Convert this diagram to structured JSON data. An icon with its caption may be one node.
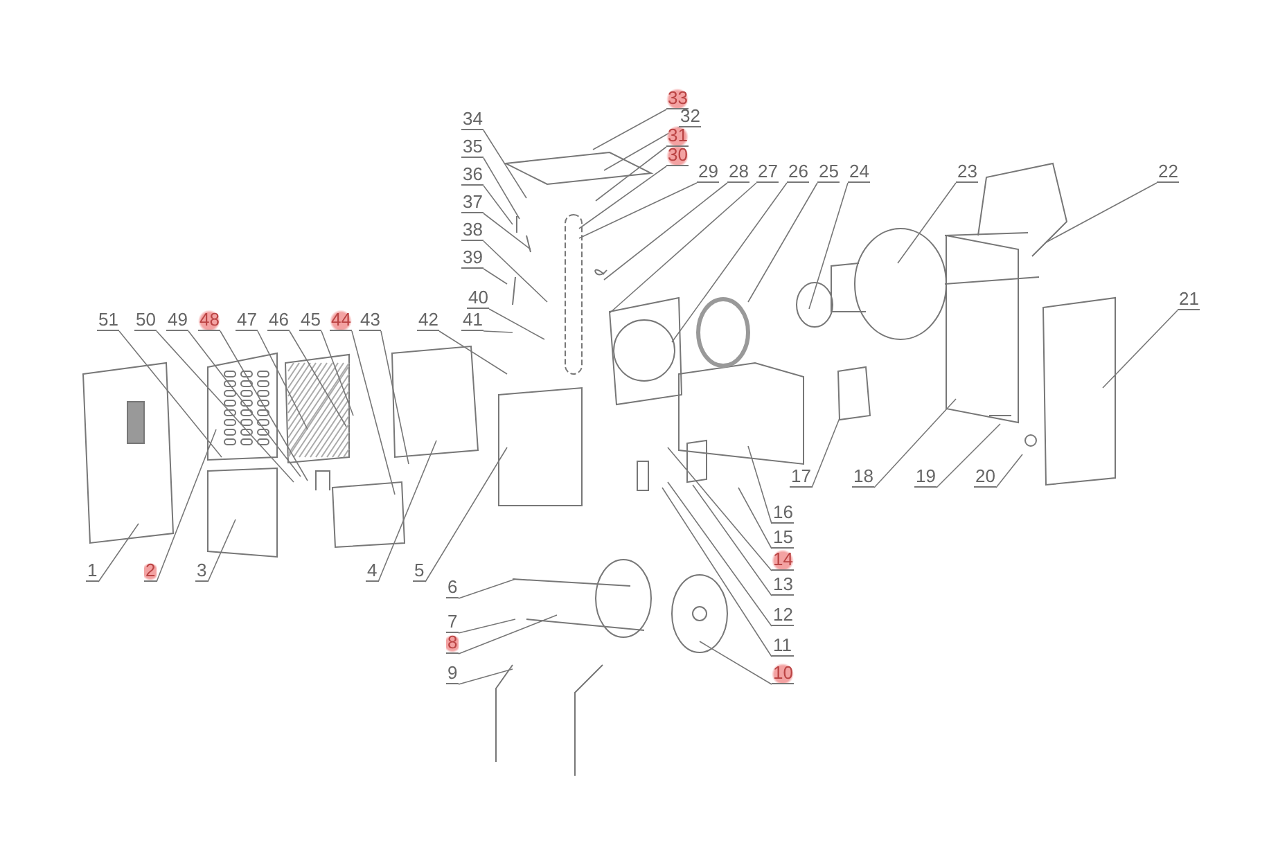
{
  "diagram": {
    "nodes": [
      {
        "text": [
          "1"
        ]
      },
      {
        "text": [
          "2"
        ]
      },
      {
        "text": [
          "3"
        ]
      },
      {
        "text": [
          "4"
        ]
      },
      {
        "text": [
          "5"
        ]
      },
      {
        "text": [
          "6"
        ]
      },
      {
        "text": [
          "7"
        ]
      },
      {
        "text": [
          "8"
        ]
      },
      {
        "text": [
          "9"
        ]
      },
      {
        "text": [
          "10"
        ]
      },
      {
        "text": [
          "11"
        ]
      },
      {
        "text": [
          "12"
        ]
      },
      {
        "text": [
          "13"
        ]
      },
      {
        "text": [
          "14"
        ]
      },
      {
        "text": [
          "15"
        ]
      },
      {
        "text": [
          "16"
        ]
      },
      {
        "text": [
          "17"
        ]
      },
      {
        "text": [
          "18"
        ]
      },
      {
        "text": [
          "19"
        ]
      },
      {
        "text": [
          "20"
        ]
      },
      {
        "text": [
          "21"
        ]
      },
      {
        "text": [
          "22"
        ]
      },
      {
        "text": [
          "23"
        ]
      },
      {
        "text": [
          "24"
        ]
      },
      {
        "text": [
          "25"
        ]
      },
      {
        "text": [
          "26"
        ]
      },
      {
        "text": [
          "27"
        ]
      },
      {
        "text": [
          "28"
        ]
      },
      {
        "text": [
          "29"
        ]
      },
      {
        "text": [
          "30"
        ]
      },
      {
        "text": [
          "31"
        ]
      },
      {
        "text": [
          "32"
        ]
      },
      {
        "text": [
          "33"
        ]
      },
      {
        "text": [
          "34"
        ]
      },
      {
        "text": [
          "35"
        ]
      },
      {
        "text": [
          "36"
        ]
      },
      {
        "text": [
          "37"
        ]
      },
      {
        "text": [
          "38"
        ]
      },
      {
        "text": [
          "39"
        ]
      },
      {
        "text": [
          "40"
        ]
      },
      {
        "text": [
          "41"
        ]
      },
      {
        "text": [
          "42"
        ]
      },
      {
        "text": [
          "43"
        ]
      },
      {
        "text": [
          "44"
        ]
      },
      {
        "text": [
          "45"
        ]
      },
      {
        "text": [
          "46"
        ]
      },
      {
        "text": [
          "47"
        ]
      },
      {
        "text": [
          "48"
        ]
      },
      {
        "text": [
          "49"
        ]
      },
      {
        "text": [
          "50"
        ]
      },
      {
        "text": [
          "51"
        ]
      }
    ],
    "edges": [
      {
        "from": 0,
        "to": null,
        "arrow": "none"
      },
      {
        "from": 1,
        "to": null,
        "arrow": "none"
      },
      {
        "from": 2,
        "to": null,
        "arrow": "none"
      },
      {
        "from": 3,
        "to": null,
        "arrow": "none"
      },
      {
        "from": 4,
        "to": null,
        "arrow": "none"
      },
      {
        "from": 5,
        "to": null,
        "arrow": "none"
      },
      {
        "from": 6,
        "to": null,
        "arrow": "none"
      },
      {
        "from": 7,
        "to": null,
        "arrow": "none"
      },
      {
        "from": 8,
        "to": null,
        "arrow": "none"
      },
      {
        "from": 9,
        "to": null,
        "arrow": "none"
      },
      {
        "from": 10,
        "to": null,
        "arrow": "none"
      },
      {
        "from": 11,
        "to": null,
        "arrow": "none"
      },
      {
        "from": 12,
        "to": null,
        "arrow": "none"
      },
      {
        "from": 13,
        "to": null,
        "arrow": "none"
      },
      {
        "from": 14,
        "to": null,
        "arrow": "none"
      },
      {
        "from": 15,
        "to": null,
        "arrow": "none"
      },
      {
        "from": 16,
        "to": null,
        "arrow": "none"
      },
      {
        "from": 17,
        "to": null,
        "arrow": "none"
      },
      {
        "from": 18,
        "to": null,
        "arrow": "none"
      },
      {
        "from": 19,
        "to": null,
        "arrow": "none"
      },
      {
        "from": 20,
        "to": null,
        "arrow": "none"
      },
      {
        "from": 21,
        "to": null,
        "arrow": "none"
      },
      {
        "from": 22,
        "to": null,
        "arrow": "none"
      },
      {
        "from": 23,
        "to": null,
        "arrow": "none"
      },
      {
        "from": 24,
        "to": null,
        "arrow": "none"
      },
      {
        "from": 25,
        "to": null,
        "arrow": "none"
      },
      {
        "from": 26,
        "to": null,
        "arrow": "none"
      },
      {
        "from": 27,
        "to": null,
        "arrow": "none"
      },
      {
        "from": 28,
        "to": null,
        "arrow": "none"
      },
      {
        "from": 29,
        "to": null,
        "arrow": "none"
      },
      {
        "from": 30,
        "to": null,
        "arrow": "none"
      },
      {
        "from": 31,
        "to": null,
        "arrow": "none"
      },
      {
        "from": 32,
        "to": null,
        "arrow": "none"
      },
      {
        "from": 33,
        "to": null,
        "arrow": "none"
      },
      {
        "from": 34,
        "to": null,
        "arrow": "none"
      },
      {
        "from": 35,
        "to": null,
        "arrow": "none"
      },
      {
        "from": 36,
        "to": null,
        "arrow": "none"
      },
      {
        "from": 37,
        "to": null,
        "arrow": "none"
      },
      {
        "from": 38,
        "to": null,
        "arrow": "none"
      },
      {
        "from": 39,
        "to": null,
        "arrow": "none"
      },
      {
        "from": 40,
        "to": null,
        "arrow": "none"
      },
      {
        "from": 41,
        "to": null,
        "arrow": "none"
      },
      {
        "from": 42,
        "to": null,
        "arrow": "none"
      },
      {
        "from": 43,
        "to": null,
        "arrow": "none"
      },
      {
        "from": 44,
        "to": null,
        "arrow": "none"
      },
      {
        "from": 45,
        "to": null,
        "arrow": "none"
      },
      {
        "from": 46,
        "to": null,
        "arrow": "none"
      },
      {
        "from": 47,
        "to": null,
        "arrow": "none"
      },
      {
        "from": 48,
        "to": null,
        "arrow": "none"
      },
      {
        "from": 49,
        "to": null,
        "arrow": "none"
      },
      {
        "from": 50,
        "to": null,
        "arrow": "none"
      }
    ]
  }
}
